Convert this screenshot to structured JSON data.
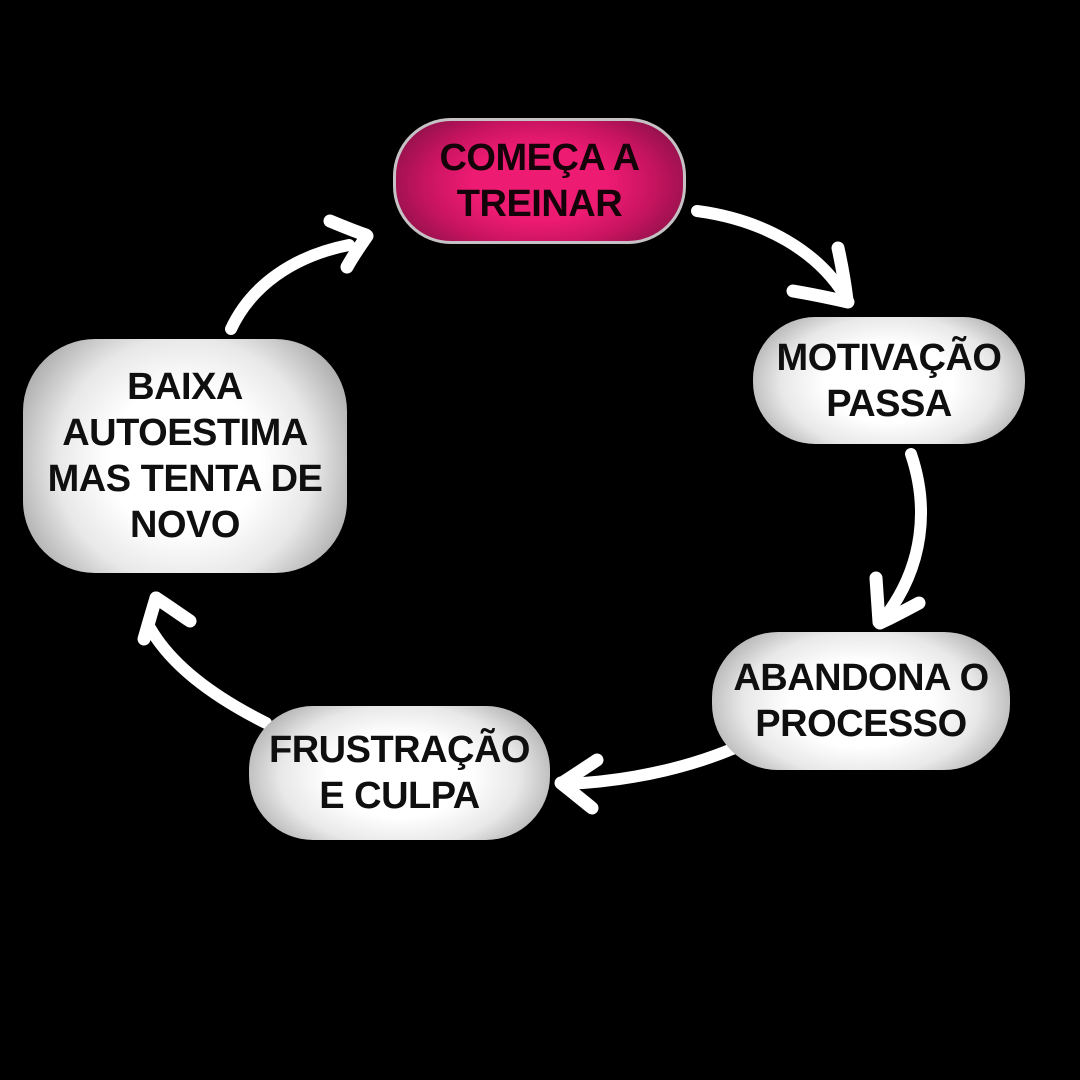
{
  "diagram": {
    "type": "cycle-diagram",
    "background_color": "#000000",
    "arrow_color": "#ffffff",
    "nodes": [
      {
        "id": "comeca-a-treinar",
        "label_lines": [
          "COMEÇA A",
          "TREINAR"
        ],
        "fill_center": "#ee1b72",
        "fill_mid": "#c81460",
        "fill_edge": "#7a0f42",
        "border_color": "#c6c1c4",
        "text_color": "#140308"
      },
      {
        "id": "motivacao-passa",
        "label_lines": [
          "MOTIVAÇÃO",
          "PASSA"
        ],
        "fill_center": "#ffffff",
        "fill_mid": "#e8e8e8",
        "fill_edge": "#949494",
        "border_color": null,
        "text_color": "#0f0f0f"
      },
      {
        "id": "abandona-o-processo",
        "label_lines": [
          "ABANDONA O",
          "PROCESSO"
        ],
        "fill_center": "#ffffff",
        "fill_mid": "#e8e8e8",
        "fill_edge": "#949494",
        "border_color": null,
        "text_color": "#0f0f0f"
      },
      {
        "id": "frustracao-e-culpa",
        "label_lines": [
          "FRUSTRAÇÃO",
          "E CULPA"
        ],
        "fill_center": "#ffffff",
        "fill_mid": "#e8e8e8",
        "fill_edge": "#949494",
        "border_color": null,
        "text_color": "#0f0f0f"
      },
      {
        "id": "baixa-autoestima-mas-tenta-de-novo",
        "label_lines": [
          "BAIXA",
          "AUTOESTIMA",
          "MAS TENTA DE",
          "NOVO"
        ],
        "fill_center": "#ffffff",
        "fill_mid": "#e8e8e8",
        "fill_edge": "#949494",
        "border_color": null,
        "text_color": "#0f0f0f"
      }
    ],
    "arrows": [
      {
        "from": "comeca-a-treinar",
        "to": "motivacao-passa"
      },
      {
        "from": "motivacao-passa",
        "to": "abandona-o-processo"
      },
      {
        "from": "abandona-o-processo",
        "to": "frustracao-e-culpa"
      },
      {
        "from": "frustracao-e-culpa",
        "to": "baixa-autoestima-mas-tenta-de-novo"
      },
      {
        "from": "baixa-autoestima-mas-tenta-de-novo",
        "to": "comeca-a-treinar"
      }
    ]
  }
}
